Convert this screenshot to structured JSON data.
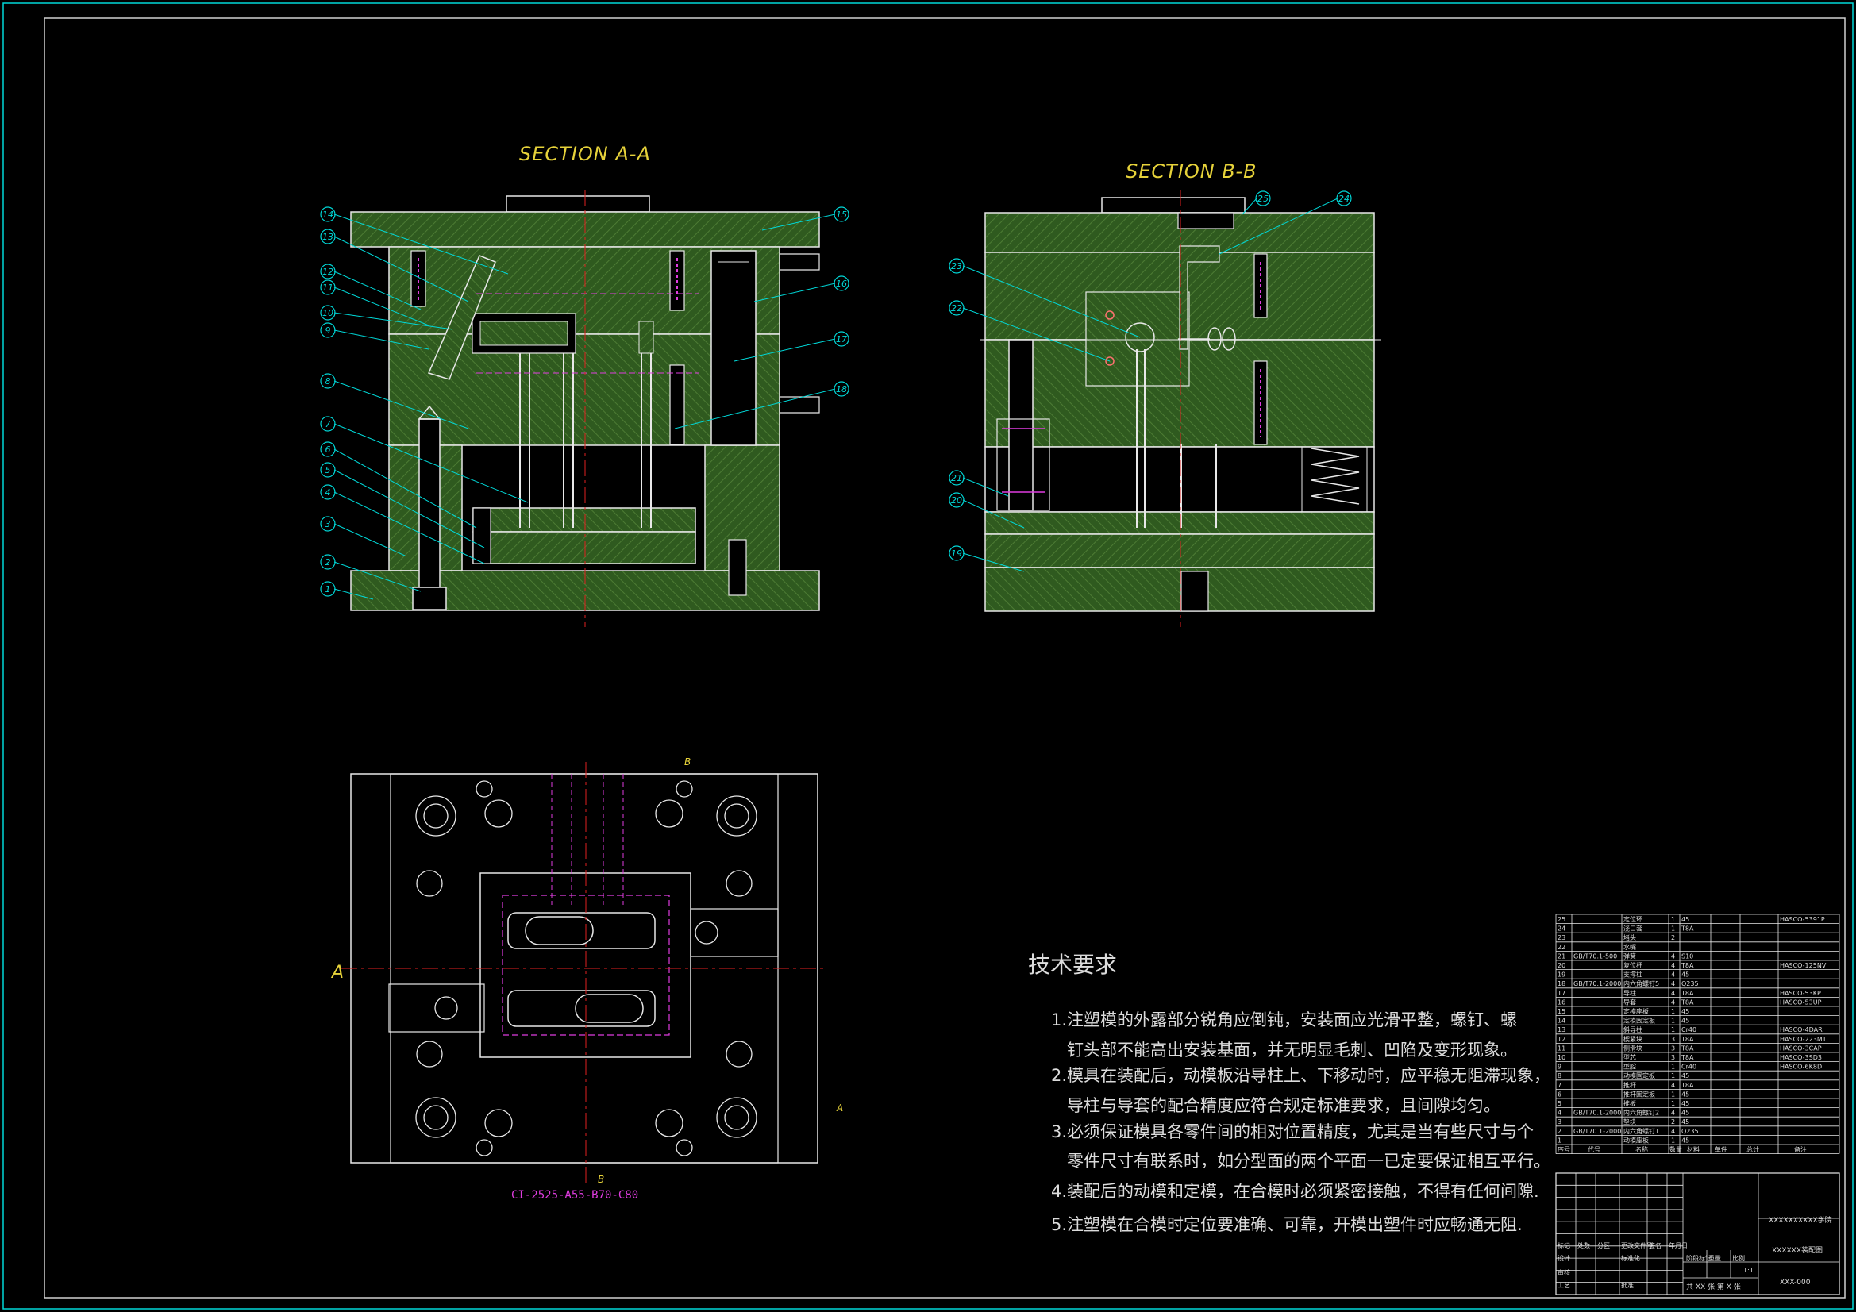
{
  "sections": {
    "a": {
      "title": "SECTION A-A"
    },
    "b": {
      "title": "SECTION B-B"
    }
  },
  "callouts_a": [
    "14",
    "13",
    "12",
    "11",
    "10",
    "9",
    "8",
    "7",
    "6",
    "5",
    "4",
    "3",
    "2",
    "1",
    "15",
    "16",
    "17",
    "18"
  ],
  "callouts_b": [
    "25",
    "24",
    "23",
    "22",
    "21",
    "20",
    "19"
  ],
  "plan": {
    "model_code": "CI-2525-A55-B70-C80",
    "cut_a": "A",
    "cut_b": "B"
  },
  "requirements": {
    "title": "技术要求",
    "lines": [
      "1.注塑模的外露部分锐角应倒钝，安装面应光滑平整，螺钉、螺",
      "钉头部不能高出安装基面，并无明显毛刺、凹陷及变形现象。",
      "2.模具在装配后，动模板沿导柱上、下移动时，应平稳无阻滞现象，",
      "导柱与导套的配合精度应符合规定标准要求，且间隙均匀。",
      "3.必须保证模具各零件间的相对位置精度，尤其是当有些尺寸与个",
      "零件尺寸有联系时，如分型面的两个平面一已定要保证相互平行。",
      "4.装配后的动模和定模，在合模时必须紧密接触，不得有任何间隙.",
      "5.注塑模在合模时定位要准确、可靠，开模出塑件时应畅通无阻."
    ]
  },
  "bom": [
    {
      "no": "25",
      "code": "",
      "name": "定位环",
      "qty": "1",
      "mat": "45",
      "note": "HASCO-5391P"
    },
    {
      "no": "24",
      "code": "",
      "name": "浇口套",
      "qty": "1",
      "mat": "T8A",
      "note": ""
    },
    {
      "no": "23",
      "code": "",
      "name": "堵头",
      "qty": "2",
      "mat": "",
      "note": ""
    },
    {
      "no": "22",
      "code": "",
      "name": "水嘴",
      "qty": "",
      "mat": "",
      "note": ""
    },
    {
      "no": "21",
      "code": "GB/T70.1-500",
      "name": "弹簧",
      "qty": "4",
      "mat": "S10",
      "note": ""
    },
    {
      "no": "20",
      "code": "",
      "name": "复位杆",
      "qty": "4",
      "mat": "T8A",
      "note": "HASCO-125NV"
    },
    {
      "no": "19",
      "code": "",
      "name": "支撑柱",
      "qty": "4",
      "mat": "45",
      "note": ""
    },
    {
      "no": "18",
      "code": "GB/T70.1-2000",
      "name": "内六角螺钉5",
      "qty": "4",
      "mat": "Q235",
      "note": ""
    },
    {
      "no": "17",
      "code": "",
      "name": "导柱",
      "qty": "4",
      "mat": "T8A",
      "note": "HASCO-53KP"
    },
    {
      "no": "16",
      "code": "",
      "name": "导套",
      "qty": "4",
      "mat": "T8A",
      "note": "HASCO-53UP"
    },
    {
      "no": "15",
      "code": "",
      "name": "定模座板",
      "qty": "1",
      "mat": "45",
      "note": ""
    },
    {
      "no": "14",
      "code": "",
      "name": "定模固定板",
      "qty": "1",
      "mat": "45",
      "note": ""
    },
    {
      "no": "13",
      "code": "",
      "name": "斜导柱",
      "qty": "1",
      "mat": "Cr40",
      "note": "HASCO-4DAR"
    },
    {
      "no": "12",
      "code": "",
      "name": "楔紧块",
      "qty": "3",
      "mat": "T8A",
      "note": "HASCO-223MT"
    },
    {
      "no": "11",
      "code": "",
      "name": "侧滑块",
      "qty": "3",
      "mat": "T8A",
      "note": "HASCO-3CAP"
    },
    {
      "no": "10",
      "code": "",
      "name": "型芯",
      "qty": "3",
      "mat": "T8A",
      "note": "HASCO-3SD3"
    },
    {
      "no": "9",
      "code": "",
      "name": "型腔",
      "qty": "1",
      "mat": "Cr40",
      "note": "HASCO-6K8D"
    },
    {
      "no": "8",
      "code": "",
      "name": "动模固定板",
      "qty": "1",
      "mat": "45",
      "note": ""
    },
    {
      "no": "7",
      "code": "",
      "name": "推杆",
      "qty": "4",
      "mat": "T8A",
      "note": ""
    },
    {
      "no": "6",
      "code": "",
      "name": "推杆固定板",
      "qty": "1",
      "mat": "45",
      "note": ""
    },
    {
      "no": "5",
      "code": "",
      "name": "推板",
      "qty": "1",
      "mat": "45",
      "note": ""
    },
    {
      "no": "4",
      "code": "GB/T70.1-2000",
      "name": "内六角螺钉2",
      "qty": "4",
      "mat": "45",
      "note": ""
    },
    {
      "no": "3",
      "code": "",
      "name": "垫块",
      "qty": "2",
      "mat": "45",
      "note": ""
    },
    {
      "no": "2",
      "code": "GB/T70.1-2000",
      "name": "内六角螺钉1",
      "qty": "4",
      "mat": "Q235",
      "note": ""
    },
    {
      "no": "1",
      "code": "",
      "name": "动模座板",
      "qty": "1",
      "mat": "45",
      "note": ""
    }
  ],
  "bom_header": {
    "no": "序号",
    "code": "代号",
    "name": "名称",
    "qty": "数量",
    "mat": "材料",
    "w1": "单件",
    "w2": "总计",
    "note": "备注"
  },
  "titleblock": {
    "school": "XXXXXXXXXX学院",
    "drawing": "XXXXXX装配图",
    "number": "XXX-000",
    "sheet": "共 XX 张  第 X 张",
    "scale": "1:1",
    "labels": [
      "标记",
      "处数",
      "分区",
      "更改文件号",
      "签名",
      "年月日",
      "设计",
      "标准化",
      "阶段标记",
      "重量",
      "比例",
      "审核",
      "工艺",
      "批准"
    ]
  },
  "colors": {
    "frame": "#00d8d8",
    "plate": "#2f5a1f",
    "plate_line": "#8fd16a",
    "title": "#e6d23a",
    "center": "#e02020",
    "hidden": "#e03ce0"
  }
}
